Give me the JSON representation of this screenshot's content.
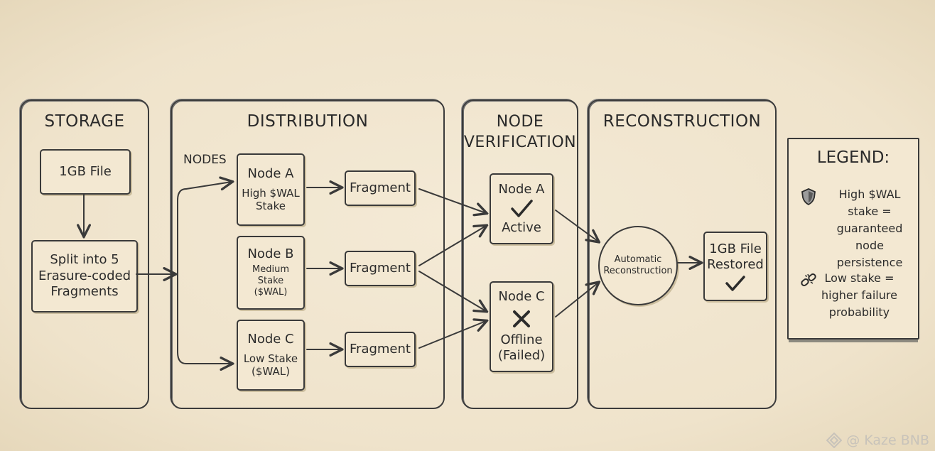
{
  "panels": {
    "storage": "STORAGE",
    "distribution": "DISTRIBUTION",
    "verification": "NODE\nVERIFICATION",
    "reconstruction": "RECONSTRUCTION"
  },
  "storage": {
    "file": "1GB File",
    "split": "Split into 5\nErasure-coded\nFragments"
  },
  "distribution": {
    "nodes_label": "NODES",
    "node_a": {
      "name": "Node A",
      "stake": "High $WAL\nStake"
    },
    "node_b": {
      "name": "Node B",
      "stake": "Medium\nStake\n($WAL)"
    },
    "node_c": {
      "name": "Node C",
      "stake": "Low Stake\n($WAL)"
    },
    "fragment": "Fragment"
  },
  "verification": {
    "node_a": {
      "name": "Node A",
      "status": "Active",
      "mark": "check-icon"
    },
    "node_c": {
      "name": "Node C",
      "status": "Offline\n(Failed)",
      "mark": "cross-icon"
    }
  },
  "reconstruction": {
    "circle": "Automatic\nReconstruction",
    "restored": "1GB File\nRestored"
  },
  "legend": {
    "title": "LEGEND:",
    "items": [
      {
        "icon": "shield-icon",
        "text": "High $WAL\nstake =\nguaranteed node\npersistence"
      },
      {
        "icon": "broken-link-icon",
        "text": "Low stake =\nhigher failure\nprobability"
      }
    ]
  },
  "watermark": "@ Kaze BNB",
  "colors": {
    "background": "#efe3cb",
    "ink": "#2b2b2b"
  }
}
